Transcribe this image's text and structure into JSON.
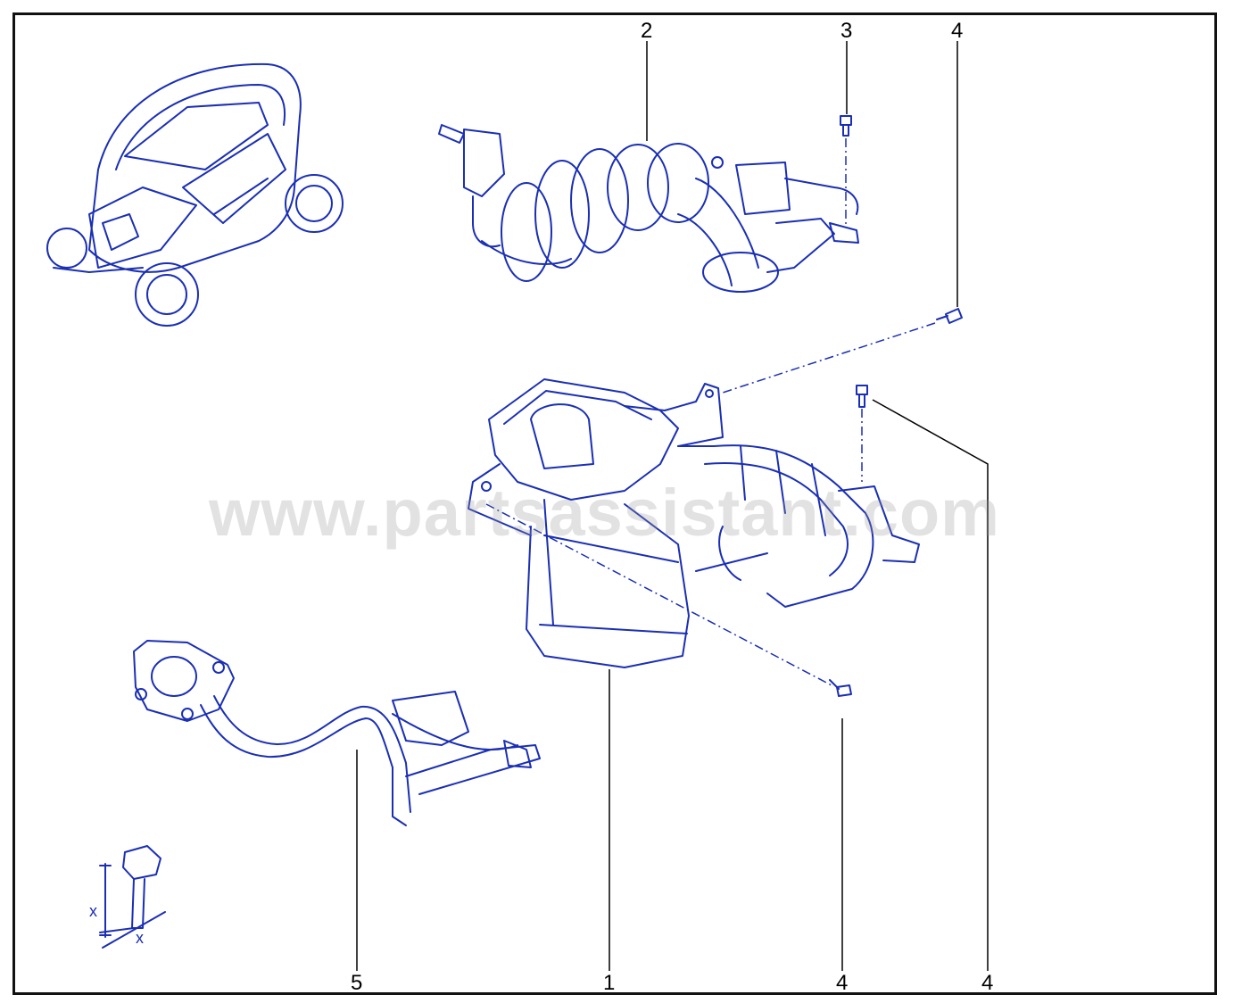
{
  "diagram": {
    "callouts": [
      {
        "id": "c2",
        "label": "2"
      },
      {
        "id": "c3",
        "label": "3"
      },
      {
        "id": "c4a",
        "label": "4"
      },
      {
        "id": "c5",
        "label": "5"
      },
      {
        "id": "c1",
        "label": "1"
      },
      {
        "id": "c4b",
        "label": "4"
      },
      {
        "id": "c4c",
        "label": "4"
      }
    ],
    "watermark": "www.partsassistant.com",
    "dimension_labels": [
      "x",
      "x"
    ]
  },
  "colors": {
    "line_art": "#1a2fb5",
    "callout_text": "#000000",
    "frame": "#111111",
    "watermark": "#969696"
  }
}
